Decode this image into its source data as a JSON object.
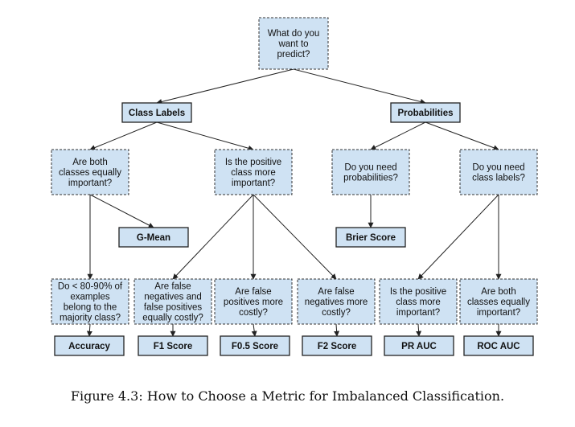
{
  "nodes": {
    "root": "What do you\nwant to\npredict?",
    "class_labels": "Class Labels",
    "probabilities": "Probabilities",
    "q_equal": "Are both\nclasses equally\nimportant?",
    "q_positive": "Is the positive\nclass more\nimportant?",
    "q_need_prob": "Do you need\nprobabilities?",
    "q_need_labels": "Do you need\nclass labels?",
    "gmean": "G-Mean",
    "brier": "Brier Score",
    "q_majority": "Do < 80-90% of\nexamples\nbelong to the\nmajority class?",
    "q_f1": "Are false\nnegatives and\nfalse positives\nequally costly?",
    "q_f05": "Are false\npositives more\ncostly?",
    "q_f2": "Are false\nnegatives more\ncostly?",
    "q_pr": "Is the positive\nclass more\nimportant?",
    "q_roc": "Are both\nclasses equally\nimportant?",
    "accuracy": "Accuracy",
    "f1": "F1 Score",
    "f05": "F0.5 Score",
    "f2": "F2 Score",
    "pr_auc": "PR AUC",
    "roc_auc": "ROC AUC"
  },
  "caption": "Figure 4.3: How to Choose a Metric for Imbalanced Classification.",
  "colors": {
    "box_fill": "#cfe2f3",
    "edge": "#222222"
  }
}
